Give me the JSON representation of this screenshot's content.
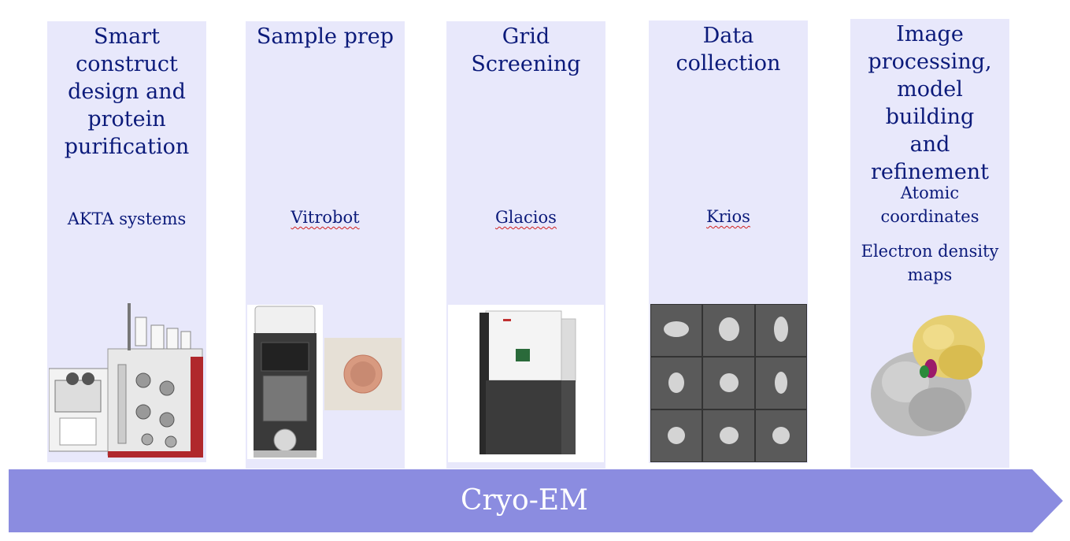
{
  "columns": [
    {
      "title": "Smart\nconstruct\ndesign and\nprotein\npurification",
      "subtitle": "AKTA systems",
      "picture": "akta-chromatography-system"
    },
    {
      "title": "Sample prep",
      "subtitle": "Vitrobot",
      "picture": "vitrobot-and-em-grid"
    },
    {
      "title": "Grid Screening",
      "subtitle": "Glacios",
      "picture": "glacios-microscope"
    },
    {
      "title": "Data collection",
      "subtitle": "Krios",
      "picture": "2d-class-averages"
    },
    {
      "title": "Image\nprocessing,\nmodel building\nand refinement",
      "subtitle": "Atomic\ncoordinates",
      "subtitle2": "Electron density\nmaps",
      "picture": "protein-structure-model"
    }
  ],
  "arrow": {
    "label": "Cryo-EM",
    "color": "#8b8ce0"
  },
  "colors": {
    "column_bg": "#e8e8fb",
    "title_text": "#0b1a7a"
  }
}
